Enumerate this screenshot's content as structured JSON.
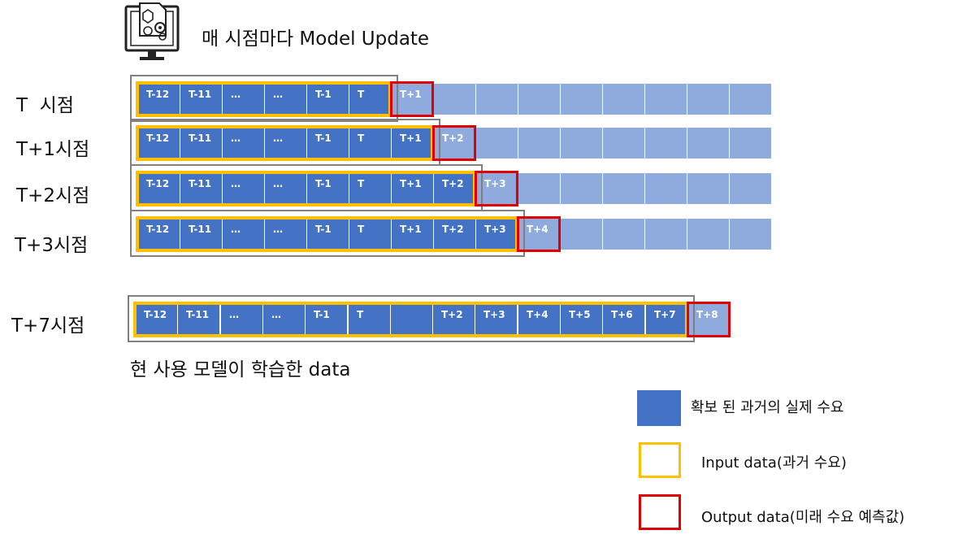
{
  "header": {
    "title": "매 시점마다 Model Update",
    "icon": "computer-gear-icon"
  },
  "rows": [
    {
      "label": "T  시점",
      "cells": [
        "T-12",
        "T-11",
        "…",
        "…",
        "T-1",
        "T",
        "T+1",
        "",
        "",
        "",
        "",
        "",
        "",
        "",
        ""
      ],
      "known_count": 6,
      "output_index": 6
    },
    {
      "label": "T+1시점",
      "cells": [
        "T-12",
        "T-11",
        "…",
        "…",
        "T-1",
        "T",
        "T+1",
        "T+2",
        "",
        "",
        "",
        "",
        "",
        "",
        ""
      ],
      "known_count": 7,
      "output_index": 7
    },
    {
      "label": "T+2시점",
      "cells": [
        "T-12",
        "T-11",
        "…",
        "…",
        "T-1",
        "T",
        "T+1",
        "T+2",
        "T+3",
        "",
        "",
        "",
        "",
        "",
        ""
      ],
      "known_count": 8,
      "output_index": 8
    },
    {
      "label": "T+3시점",
      "cells": [
        "T-12",
        "T-11",
        "…",
        "…",
        "T-1",
        "T",
        "T+1",
        "T+2",
        "T+3",
        "T+4",
        "",
        "",
        "",
        "",
        ""
      ],
      "known_count": 9,
      "output_index": 9
    },
    {
      "label": "T+7시점",
      "cells": [
        "T-12",
        "T-11",
        "…",
        "…",
        "T-1",
        "T",
        "",
        "T+2",
        "T+3",
        "T+4",
        "T+5",
        "T+6",
        "T+7",
        "T+8",
        ""
      ],
      "known_count": 13,
      "output_index": 13
    }
  ],
  "caption": "현 사용 모델이 학습한 data",
  "legend": [
    {
      "label": "확보 된 과거의 실제 수요",
      "kind": "filled"
    },
    {
      "label": "Input data(과거 수요)",
      "kind": "yellow-outline"
    },
    {
      "label": "Output data(미래 수요 예측값)",
      "kind": "red-outline"
    }
  ],
  "colors": {
    "known": "#4472c4",
    "future": "#8faadc",
    "input_outline": "#ffc000",
    "output_outline": "#e00000",
    "model_outline": "#808080"
  }
}
